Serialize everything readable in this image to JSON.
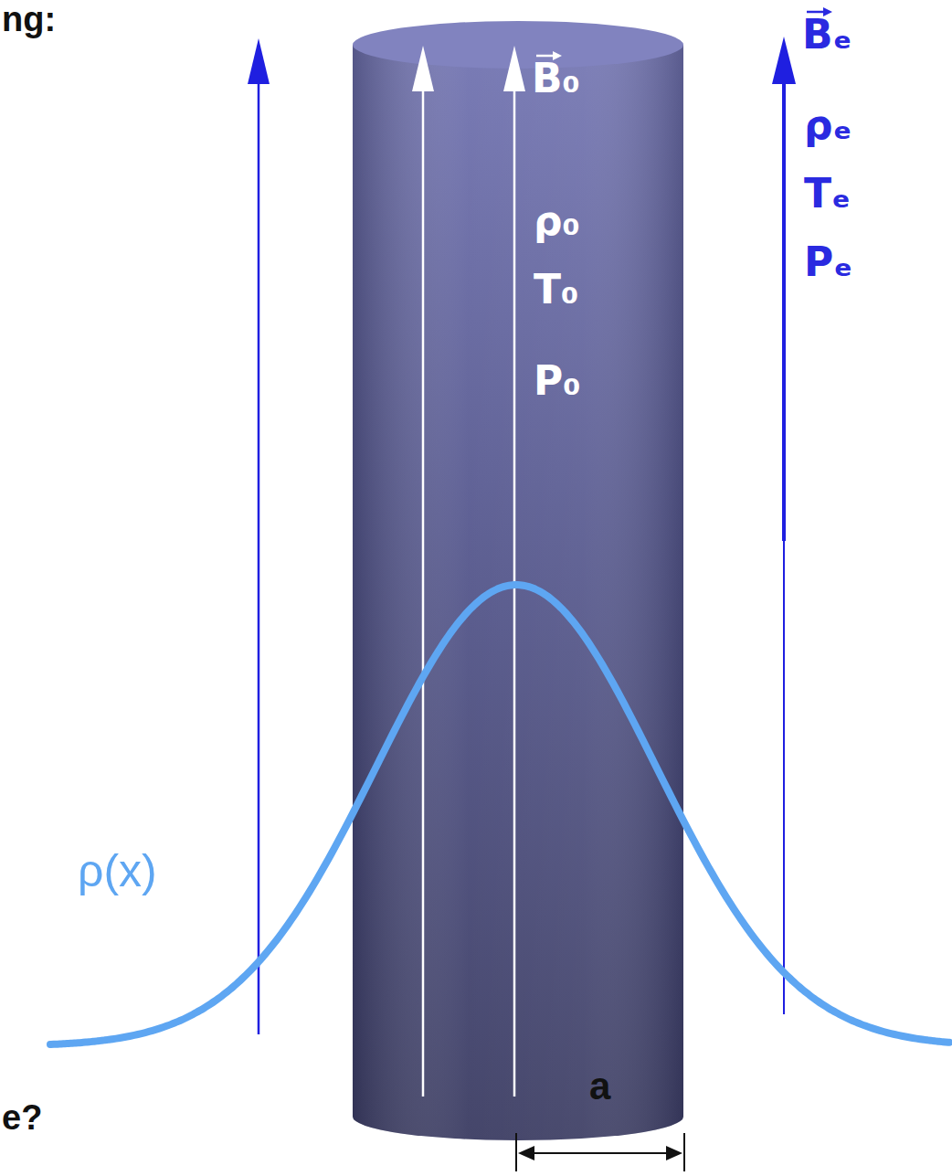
{
  "diagram": {
    "nodes": [
      {
        "text": [
          "B₀",
          "ρ₀",
          "T₀",
          "P₀"
        ]
      }
    ],
    "labels": [
      "ng:",
      "Bₑ",
      "ρₑ",
      "Tₑ",
      "Pₑ",
      "ρ(x)",
      "e?",
      "a"
    ]
  }
}
